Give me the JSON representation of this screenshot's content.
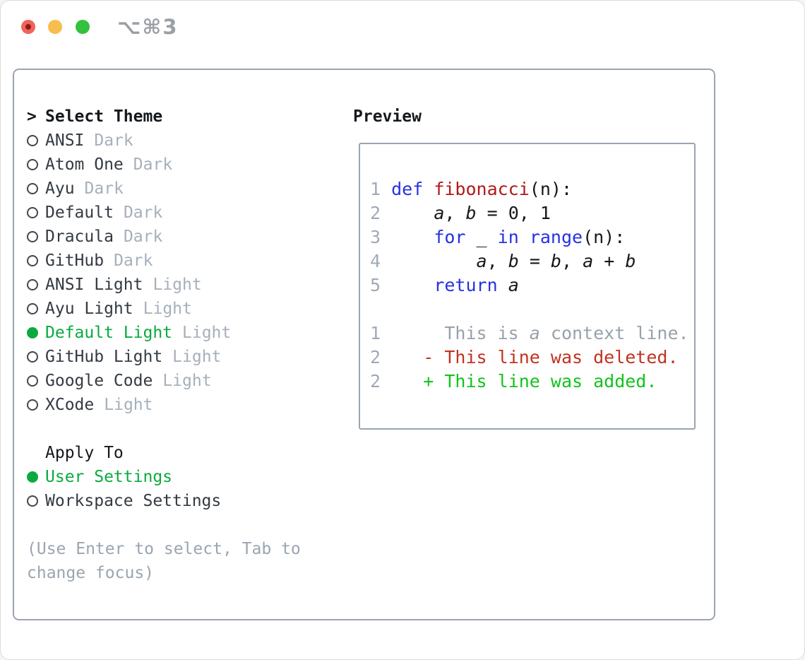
{
  "titlebar": {
    "shortcut": "⌥⌘3"
  },
  "theme_select": {
    "cursor": ">",
    "title": "Select Theme",
    "items": [
      {
        "name": "ANSI",
        "variant": "Dark",
        "selected": false
      },
      {
        "name": "Atom One",
        "variant": "Dark",
        "selected": false
      },
      {
        "name": "Ayu",
        "variant": "Dark",
        "selected": false
      },
      {
        "name": "Default",
        "variant": "Dark",
        "selected": false
      },
      {
        "name": "Dracula",
        "variant": "Dark",
        "selected": false
      },
      {
        "name": "GitHub",
        "variant": "Dark",
        "selected": false
      },
      {
        "name": "ANSI Light",
        "variant": "Light",
        "selected": false
      },
      {
        "name": "Ayu Light",
        "variant": "Light",
        "selected": false
      },
      {
        "name": "Default Light",
        "variant": "Light",
        "selected": true
      },
      {
        "name": "GitHub Light",
        "variant": "Light",
        "selected": false
      },
      {
        "name": "Google Code",
        "variant": "Light",
        "selected": false
      },
      {
        "name": "XCode",
        "variant": "Light",
        "selected": false
      }
    ]
  },
  "apply_to": {
    "title": "Apply To",
    "options": [
      {
        "label": "User Settings",
        "selected": true
      },
      {
        "label": "Workspace Settings",
        "selected": false
      }
    ]
  },
  "hint": "(Use Enter to select, Tab to change focus)",
  "preview": {
    "title": "Preview",
    "lines": [
      {
        "segments": [
          {
            "text": "1 ",
            "style": "num"
          },
          {
            "text": "def",
            "style": "kw"
          },
          {
            "text": " ",
            "style": "plain"
          },
          {
            "text": "fibonacci",
            "style": "fn"
          },
          {
            "text": "(n):",
            "style": "plain"
          }
        ]
      },
      {
        "segments": [
          {
            "text": "2 ",
            "style": "num"
          },
          {
            "text": "    ",
            "style": "plain"
          },
          {
            "text": "a",
            "style": "plain",
            "italic": true
          },
          {
            "text": ", ",
            "style": "plain"
          },
          {
            "text": "b",
            "style": "plain",
            "italic": true
          },
          {
            "text": " = 0, 1",
            "style": "plain"
          }
        ]
      },
      {
        "segments": [
          {
            "text": "3 ",
            "style": "num"
          },
          {
            "text": "    ",
            "style": "plain"
          },
          {
            "text": "for",
            "style": "kw"
          },
          {
            "text": " _ ",
            "style": "plain"
          },
          {
            "text": "in",
            "style": "kw"
          },
          {
            "text": " ",
            "style": "plain"
          },
          {
            "text": "range",
            "style": "kw"
          },
          {
            "text": "(n):",
            "style": "plain"
          }
        ]
      },
      {
        "segments": [
          {
            "text": "4 ",
            "style": "num"
          },
          {
            "text": "        ",
            "style": "plain"
          },
          {
            "text": "a",
            "style": "plain",
            "italic": true
          },
          {
            "text": ", ",
            "style": "plain"
          },
          {
            "text": "b",
            "style": "plain",
            "italic": true
          },
          {
            "text": " = ",
            "style": "plain"
          },
          {
            "text": "b",
            "style": "plain",
            "italic": true
          },
          {
            "text": ", ",
            "style": "plain"
          },
          {
            "text": "a",
            "style": "plain",
            "italic": true
          },
          {
            "text": " + ",
            "style": "plain"
          },
          {
            "text": "b",
            "style": "plain",
            "italic": true
          }
        ]
      },
      {
        "segments": [
          {
            "text": "5 ",
            "style": "num"
          },
          {
            "text": "    ",
            "style": "plain"
          },
          {
            "text": "return",
            "style": "kw"
          },
          {
            "text": " ",
            "style": "plain"
          },
          {
            "text": "a",
            "style": "plain",
            "italic": true
          }
        ]
      },
      {
        "segments": []
      },
      {
        "segments": [
          {
            "text": "1",
            "style": "num"
          },
          {
            "text": "      This is ",
            "style": "ctx"
          },
          {
            "text": "a",
            "style": "ctx",
            "italic": true
          },
          {
            "text": " context line.",
            "style": "ctx"
          }
        ]
      },
      {
        "segments": [
          {
            "text": "2",
            "style": "num"
          },
          {
            "text": "    ",
            "style": "plain"
          },
          {
            "text": "- This line was deleted.",
            "style": "del"
          }
        ]
      },
      {
        "segments": [
          {
            "text": "2",
            "style": "num"
          },
          {
            "text": "    ",
            "style": "plain"
          },
          {
            "text": "+ This line was added.",
            "style": "add"
          }
        ]
      }
    ]
  },
  "colors": {
    "accent_green": "#0aaa3f",
    "text_primary": "#15181c",
    "list_name": "#343a42",
    "muted_tag": "#a6b0bb",
    "hint": "#9aa5b1",
    "line_number": "#a0aab6",
    "context_gray": "#99a1ab",
    "keyword_blue": "#2532e1",
    "function_red": "#b01a1a",
    "diff_del_red": "#c1331f",
    "diff_add_green": "#13c31d",
    "border_gray": "#9ba4b0",
    "traffic_red": "#f1635a",
    "traffic_red_dot": "#8c1a12",
    "traffic_yellow": "#f7be4f",
    "traffic_green": "#33c13e",
    "title_gray": "#9aa0a6"
  }
}
